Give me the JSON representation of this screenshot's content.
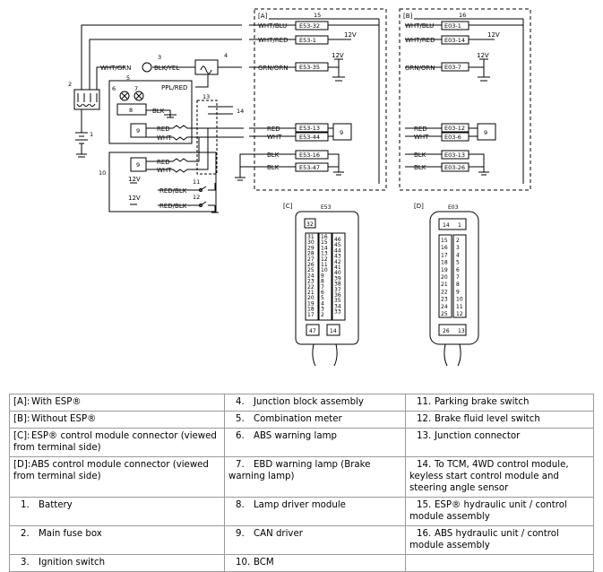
{
  "diagram": {
    "boxes": {
      "a": "[A]",
      "b": "[B]",
      "c": "[C]",
      "d": "[D]"
    },
    "callouts": {
      "battery": "1",
      "fuse": "2",
      "ignition": "3",
      "junction_block": "4",
      "meter": "5",
      "abs_lamp": "6",
      "ebd_lamp": "7",
      "lamp_driver": "8",
      "can_driver": "9",
      "bcm": "10",
      "parking": "11",
      "brake_fluid": "12",
      "junction_conn": "13",
      "to_tcm": "14",
      "esp_unit": "15",
      "abs_unit": "16"
    },
    "wires": {
      "wht_blu": "WHT/BLU",
      "wht_red": "WHT/RED",
      "grn_orn": "GRN/ORN",
      "wht_grn": "WHT/GRN",
      "blk_yel": "BLK/YEL",
      "ppl_red": "PPL/RED",
      "blk": "BLK",
      "red": "RED",
      "wht": "WHT",
      "red_blk": "RED/BLK",
      "v12": "12V"
    },
    "esp_terminals": [
      "E53-32",
      "E53-1",
      "E53-35",
      "E53-13",
      "E53-44",
      "E53-16",
      "E53-47"
    ],
    "abs_terminals": [
      "E03-1",
      "E03-14",
      "E03-7",
      "E03-12",
      "E03-6",
      "E03-13",
      "E03-26"
    ],
    "connector_c": {
      "name": "E53",
      "top": "32",
      "bottom_left": "47",
      "bottom_right": "14",
      "left_col": [
        "31",
        "30",
        "29",
        "28",
        "27",
        "26",
        "25",
        "24",
        "23",
        "22",
        "21",
        "20",
        "19",
        "18",
        "17"
      ],
      "right_col": [
        "16",
        "15",
        "14",
        "13",
        "12",
        "11",
        "10",
        "9",
        "8",
        "7",
        "6",
        "5",
        "4",
        "3",
        "2"
      ],
      "far_col": [
        "46",
        "45",
        "44",
        "43",
        "42",
        "41",
        "40",
        "39",
        "38",
        "37",
        "36",
        "35",
        "34",
        "33"
      ]
    },
    "connector_d": {
      "name": "E03",
      "top": [
        "14",
        "1"
      ],
      "left_col": [
        "15",
        "16",
        "17",
        "18",
        "19",
        "20",
        "21",
        "22",
        "23",
        "24",
        "25"
      ],
      "right_col": [
        "2",
        "3",
        "4",
        "5",
        "6",
        "7",
        "8",
        "9",
        "10",
        "11",
        "12"
      ],
      "bottom": [
        "26",
        "13"
      ]
    }
  },
  "legend": {
    "rows": [
      [
        {
          "n": "[A]:",
          "t": "With ESP®"
        },
        {
          "n": "4.",
          "t": "Junction block assembly"
        },
        {
          "n": "11.",
          "t": "Parking brake switch"
        }
      ],
      [
        {
          "n": "[B]:",
          "t": "Without ESP®"
        },
        {
          "n": "5.",
          "t": "Combination meter"
        },
        {
          "n": "12.",
          "t": "Brake fluid level switch"
        }
      ],
      [
        {
          "n": "[C]:",
          "t": "ESP® control module connector (viewed from terminal side)"
        },
        {
          "n": "6.",
          "t": "ABS warning lamp"
        },
        {
          "n": "13.",
          "t": "Junction connector"
        }
      ],
      [
        {
          "n": "[D]:",
          "t": "ABS control module connector (viewed from terminal side)"
        },
        {
          "n": "7.",
          "t": "EBD warning lamp (Brake warning lamp)"
        },
        {
          "n": "14.",
          "t": "To TCM, 4WD control module, keyless start control module and steering angle sensor"
        }
      ],
      [
        {
          "n": "1.",
          "t": "Battery"
        },
        {
          "n": "8.",
          "t": "Lamp driver module"
        },
        {
          "n": "15.",
          "t": "ESP® hydraulic unit / control module assembly"
        }
      ],
      [
        {
          "n": "2.",
          "t": "Main fuse box"
        },
        {
          "n": "9.",
          "t": "CAN driver"
        },
        {
          "n": "16.",
          "t": "ABS hydraulic unit / control module assembly"
        }
      ],
      [
        {
          "n": "3.",
          "t": "Ignition switch"
        },
        {
          "n": "10.",
          "t": "BCM"
        },
        {
          "n": "",
          "t": ""
        }
      ]
    ]
  }
}
